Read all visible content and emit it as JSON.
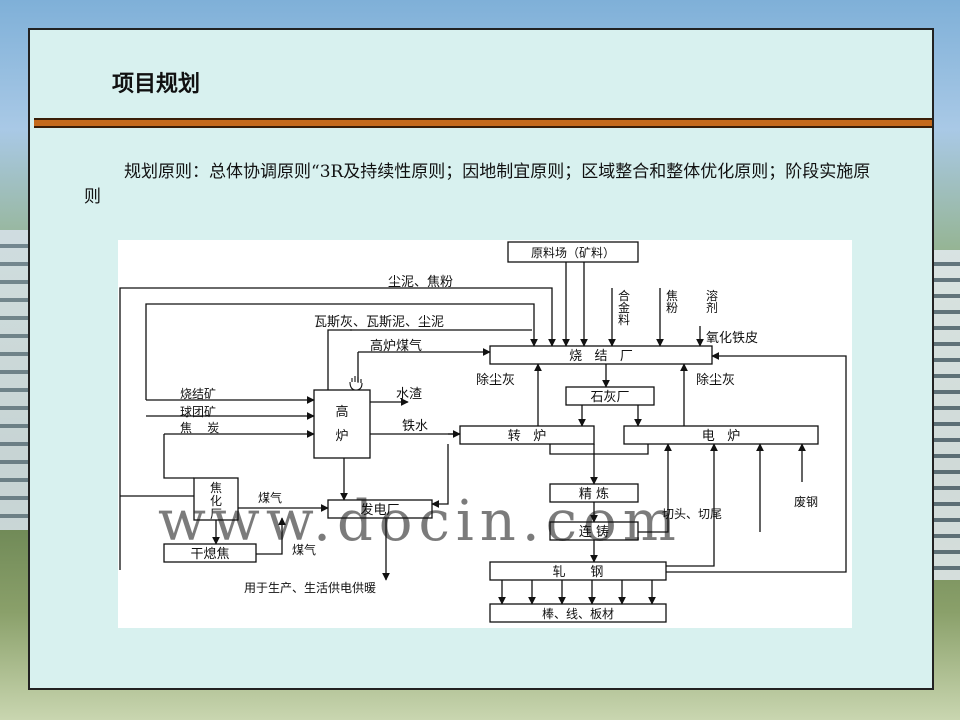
{
  "slide": {
    "title": "项目规划",
    "principle": "规划原则：总体协调原则“3R及持续性原则；因地制宜原则；区域整合和整体优化原则；阶段实施原则"
  },
  "diagram": {
    "watermark": "www.docin.com",
    "boxes": {
      "raw_material_yard": "原料场（矿料）",
      "sinter_plant": "烧   结   厂",
      "lime_plant": "石灰厂",
      "blast_furnace": "高\n炉",
      "converter": "转   炉",
      "electric_furnace": "电   炉",
      "refining": "精 炼",
      "continuous_casting": "连 铸",
      "power_plant": "发电厂",
      "coking_plant": "焦\n化\n厂",
      "dry_quenching": "干熄焦",
      "rolling": "轧      钢",
      "products": "棒、线、板材"
    },
    "labels": {
      "sludge_coke_powder": "尘泥、焦粉",
      "gas_ash_mud": "瓦斯灰、瓦斯泥、尘泥",
      "bf_gas": "高炉煤气",
      "sinter_ore": "烧结矿",
      "pellet_ore": "球团矿",
      "coke": "焦    炭",
      "water_slag": "水渣",
      "molten_iron": "铁水",
      "dust_ash_left": "除尘灰",
      "dust_ash_right": "除尘灰",
      "alloy": "合\n金\n料",
      "coke_powder": "焦\n粉",
      "flux": "溶\n剂",
      "iron_oxide_scale": "氧化铁皮",
      "coal_gas_1": "煤气",
      "coal_gas_2": "煤气",
      "crop_ends": "切头、切尾",
      "scrap_steel": "废钢",
      "power_supply": "用于生产、生活供电供暖"
    }
  }
}
